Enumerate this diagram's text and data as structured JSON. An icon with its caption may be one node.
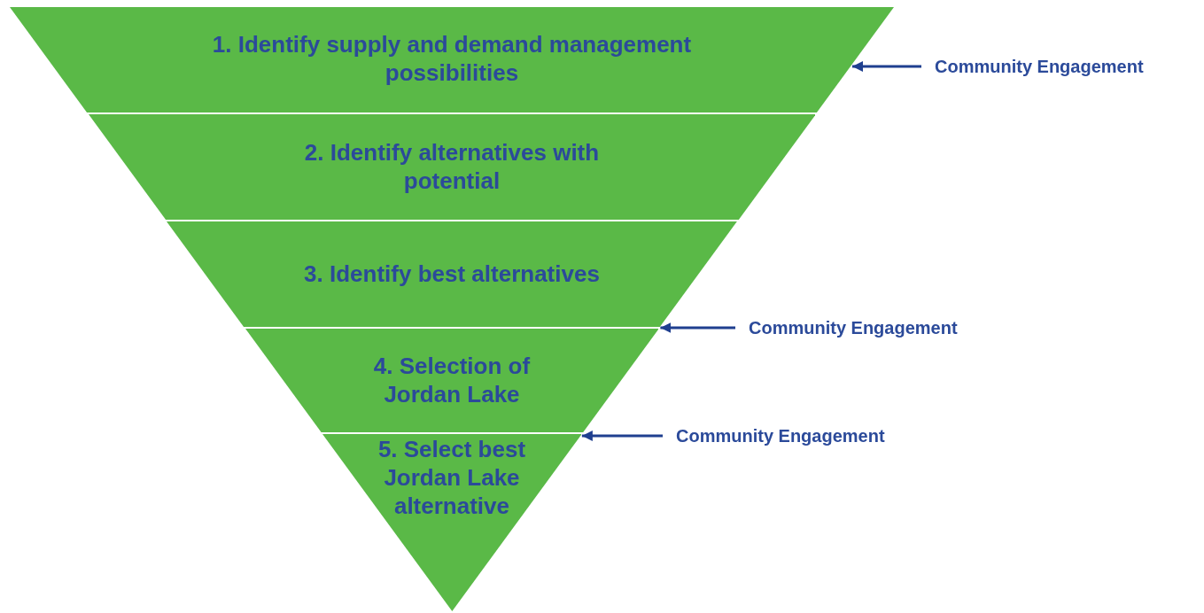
{
  "diagram": {
    "nodes": [
      {
        "text": [
          "1. Identify supply and demand management possibilities"
        ]
      },
      {
        "text": [
          "2. Identify alternatives with potential"
        ]
      },
      {
        "text": [
          "3. Identify best alternatives"
        ]
      },
      {
        "text": [
          "4. Selection of Jordan Lake"
        ]
      },
      {
        "text": [
          "5. Select best Jordan Lake alternative"
        ]
      },
      {
        "text": [
          "Community Engagement"
        ]
      },
      {
        "text": [
          "Community Engagement"
        ]
      },
      {
        "text": [
          "Community Engagement"
        ]
      }
    ],
    "edges": [
      {
        "from": 5,
        "to": 0,
        "arrow": "to"
      },
      {
        "from": 6,
        "to": 3,
        "arrow": "to"
      },
      {
        "from": 7,
        "to": 4,
        "arrow": "to"
      }
    ]
  }
}
